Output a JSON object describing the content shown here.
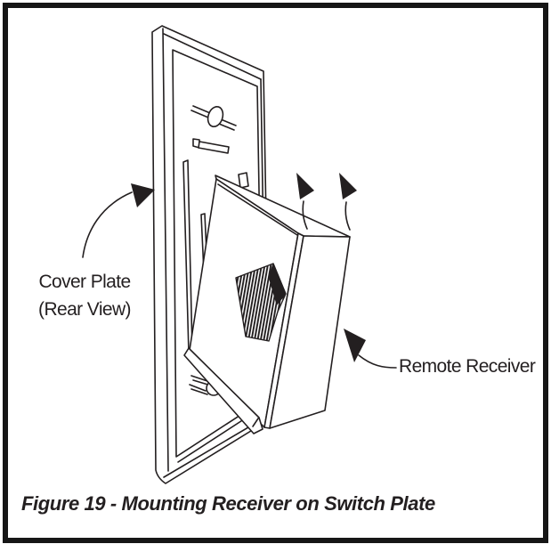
{
  "figure": {
    "caption": "Figure 19 - Mounting Receiver on Switch Plate",
    "labels": {
      "cover_plate_line1": "Cover Plate",
      "cover_plate_line2": "(Rear View)",
      "remote_receiver": "Remote Receiver"
    },
    "icons": {
      "callout_arrows": [
        "cover-plate-callout-arrow",
        "rotate-up-arrow-left",
        "rotate-up-arrow-right",
        "remote-receiver-callout-arrow"
      ]
    },
    "colors": {
      "line": "#231f20",
      "background": "#ffffff",
      "frame": "#161616"
    }
  }
}
